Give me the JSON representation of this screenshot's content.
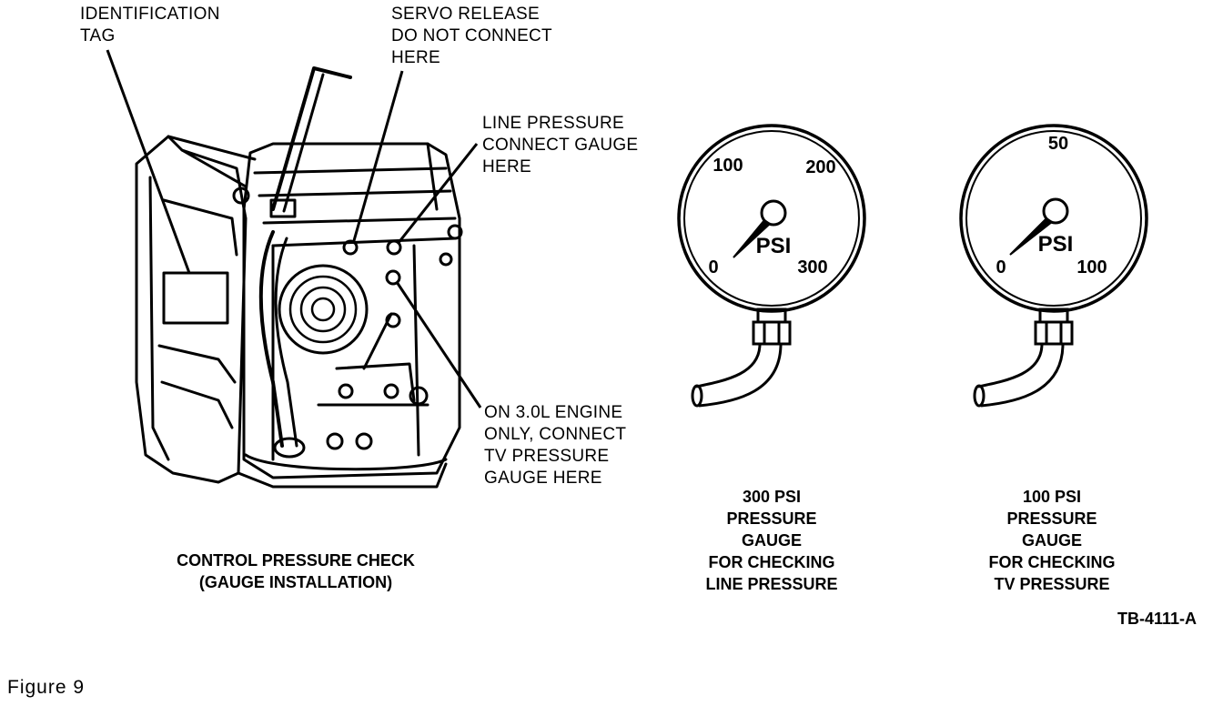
{
  "callouts": {
    "identification_tag": [
      "IDENTIFICATION",
      "TAG"
    ],
    "servo_release": [
      "SERVO RELEASE",
      "DO NOT CONNECT",
      "HERE"
    ],
    "line_pressure": [
      "LINE PRESSURE",
      "CONNECT GAUGE",
      "HERE"
    ],
    "tv_pressure": [
      "ON 3.0L ENGINE",
      "ONLY, CONNECT",
      "TV PRESSURE",
      "GAUGE HERE"
    ]
  },
  "captions": {
    "control_check": [
      "CONTROL PRESSURE CHECK",
      "(GAUGE INSTALLATION)"
    ],
    "gauge_300": [
      "300 PSI",
      "PRESSURE",
      "GAUGE",
      "FOR CHECKING",
      "LINE PRESSURE"
    ],
    "gauge_100": [
      "100 PSI",
      "PRESSURE",
      "GAUGE",
      "FOR CHECKING",
      "TV PRESSURE"
    ]
  },
  "gauges": {
    "g300": {
      "unit": "PSI",
      "ticks": [
        "0",
        "100",
        "200",
        "300"
      ]
    },
    "g100": {
      "unit": "PSI",
      "ticks": [
        "0",
        "50",
        "100"
      ]
    }
  },
  "reference_code": "TB-4111-A",
  "figure_label": "Figure 9"
}
